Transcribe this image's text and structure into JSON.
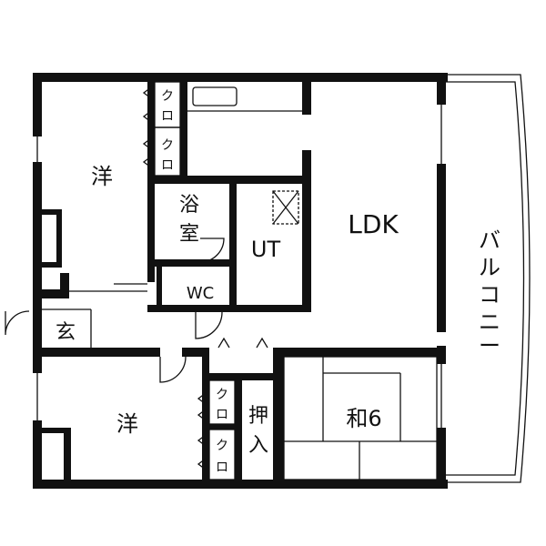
{
  "floor_plan": {
    "rooms": {
      "western_top": "洋",
      "western_bottom": "洋",
      "ldk": "LDK",
      "bath": [
        "浴",
        "室"
      ],
      "utility": "UT",
      "toilet": "WC",
      "entrance": "玄",
      "japanese": "和6",
      "storage": [
        "押",
        "入"
      ],
      "balcony": [
        "バ",
        "ル",
        "コ",
        "ニ",
        "ー"
      ]
    },
    "closets": [
      {
        "label": "ク",
        "label2": "ロ"
      },
      {
        "label": "ク",
        "label2": "ロ"
      },
      {
        "label": "ク",
        "label2": "ロ"
      },
      {
        "label": "ク",
        "label2": "ロ"
      }
    ]
  }
}
